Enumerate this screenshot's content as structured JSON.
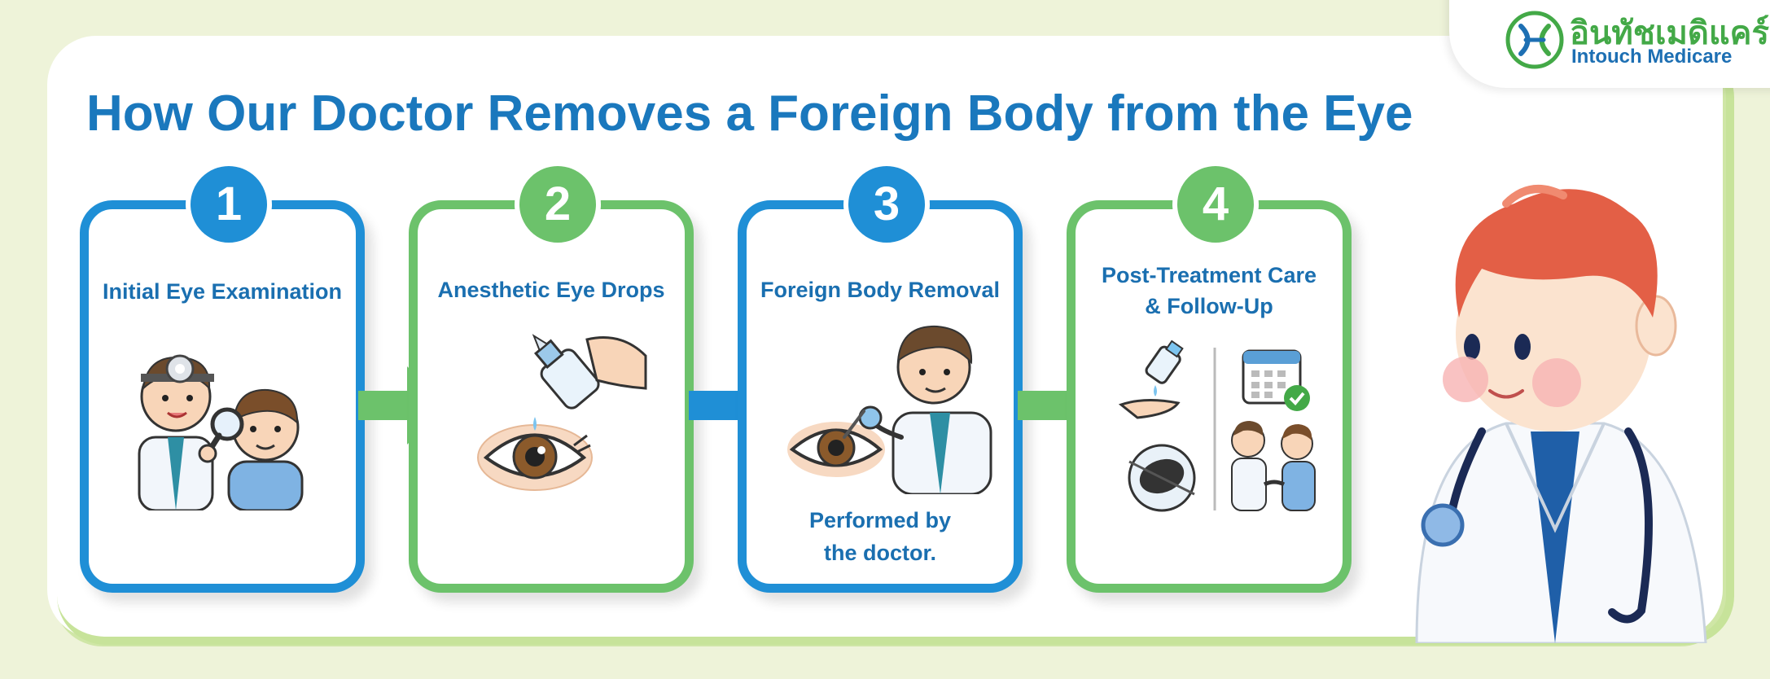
{
  "brand": {
    "thai_name": "อินทัชเมดิแคร์",
    "english_name": "Intouch Medicare",
    "colors": {
      "green": "#43a947",
      "blue": "#1d6fb3"
    }
  },
  "title": "How Our Doctor Removes a Foreign Body from the Eye",
  "steps": [
    {
      "number": "1",
      "title": "Initial Eye Examination",
      "color": "#1f8fd6",
      "icon": "doctor-examining-child-icon"
    },
    {
      "number": "2",
      "title": "Anesthetic Eye Drops",
      "color": "#6cc26b",
      "icon": "eye-drops-icon"
    },
    {
      "number": "3",
      "title": "Foreign Body Removal",
      "caption_line1": "Performed by",
      "caption_line2": "the doctor.",
      "color": "#1f8fd6",
      "icon": "doctor-removing-foreign-body-icon"
    },
    {
      "number": "4",
      "title_line1": "Post-Treatment Care",
      "title_line2": "& Follow-Up",
      "color": "#6cc26b",
      "icon": "follow-up-care-icon"
    }
  ],
  "mascot": {
    "icon": "doctor-mascot-icon"
  }
}
